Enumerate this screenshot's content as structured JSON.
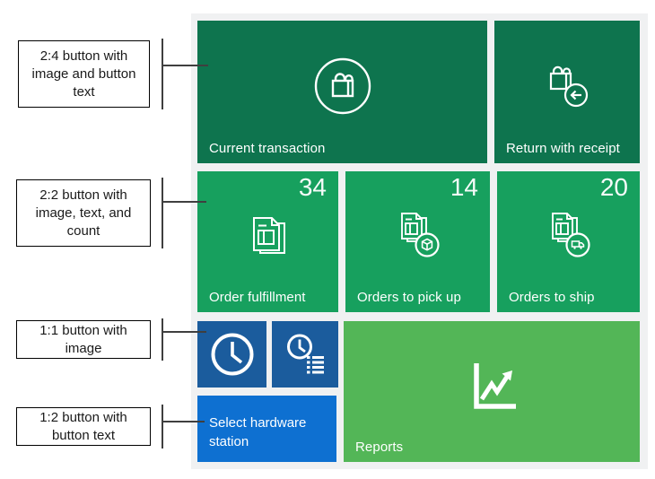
{
  "annotations": [
    {
      "label": "2:4 button with image and button text"
    },
    {
      "label": "2:2 button with image, text, and count"
    },
    {
      "label": "1:1 button with image"
    },
    {
      "label": "1:2 button with button text"
    }
  ],
  "tiles": {
    "current_transaction": {
      "label": "Current transaction",
      "icon": "shopping-bag-circle-icon"
    },
    "return_with_receipt": {
      "label": "Return with receipt",
      "icon": "shopping-bag-return-arrow-icon"
    },
    "order_fulfillment": {
      "label": "Order fulfillment",
      "count": "34",
      "icon": "stacked-documents-icon"
    },
    "orders_to_pick_up": {
      "label": "Orders to pick up",
      "count": "14",
      "icon": "documents-with-box-icon"
    },
    "orders_to_ship": {
      "label": "Orders to ship",
      "count": "20",
      "icon": "documents-with-truck-icon"
    },
    "clock": {
      "icon": "clock-icon"
    },
    "clock_list": {
      "icon": "clock-with-list-icon"
    },
    "select_hardware_station": {
      "label": "Select hardware station"
    },
    "reports": {
      "label": "Reports",
      "icon": "chart-up-arrow-icon"
    }
  },
  "colors": {
    "tile_dark_green": "#0e744e",
    "tile_green": "#17a05e",
    "tile_light_green": "#53b657",
    "tile_dark_blue": "#1b5c9d",
    "tile_bright_blue": "#0e70d1",
    "panel_background": "#f0f1f2",
    "callout_line": "#3f3f3f",
    "tile_text": "#ffffff"
  }
}
